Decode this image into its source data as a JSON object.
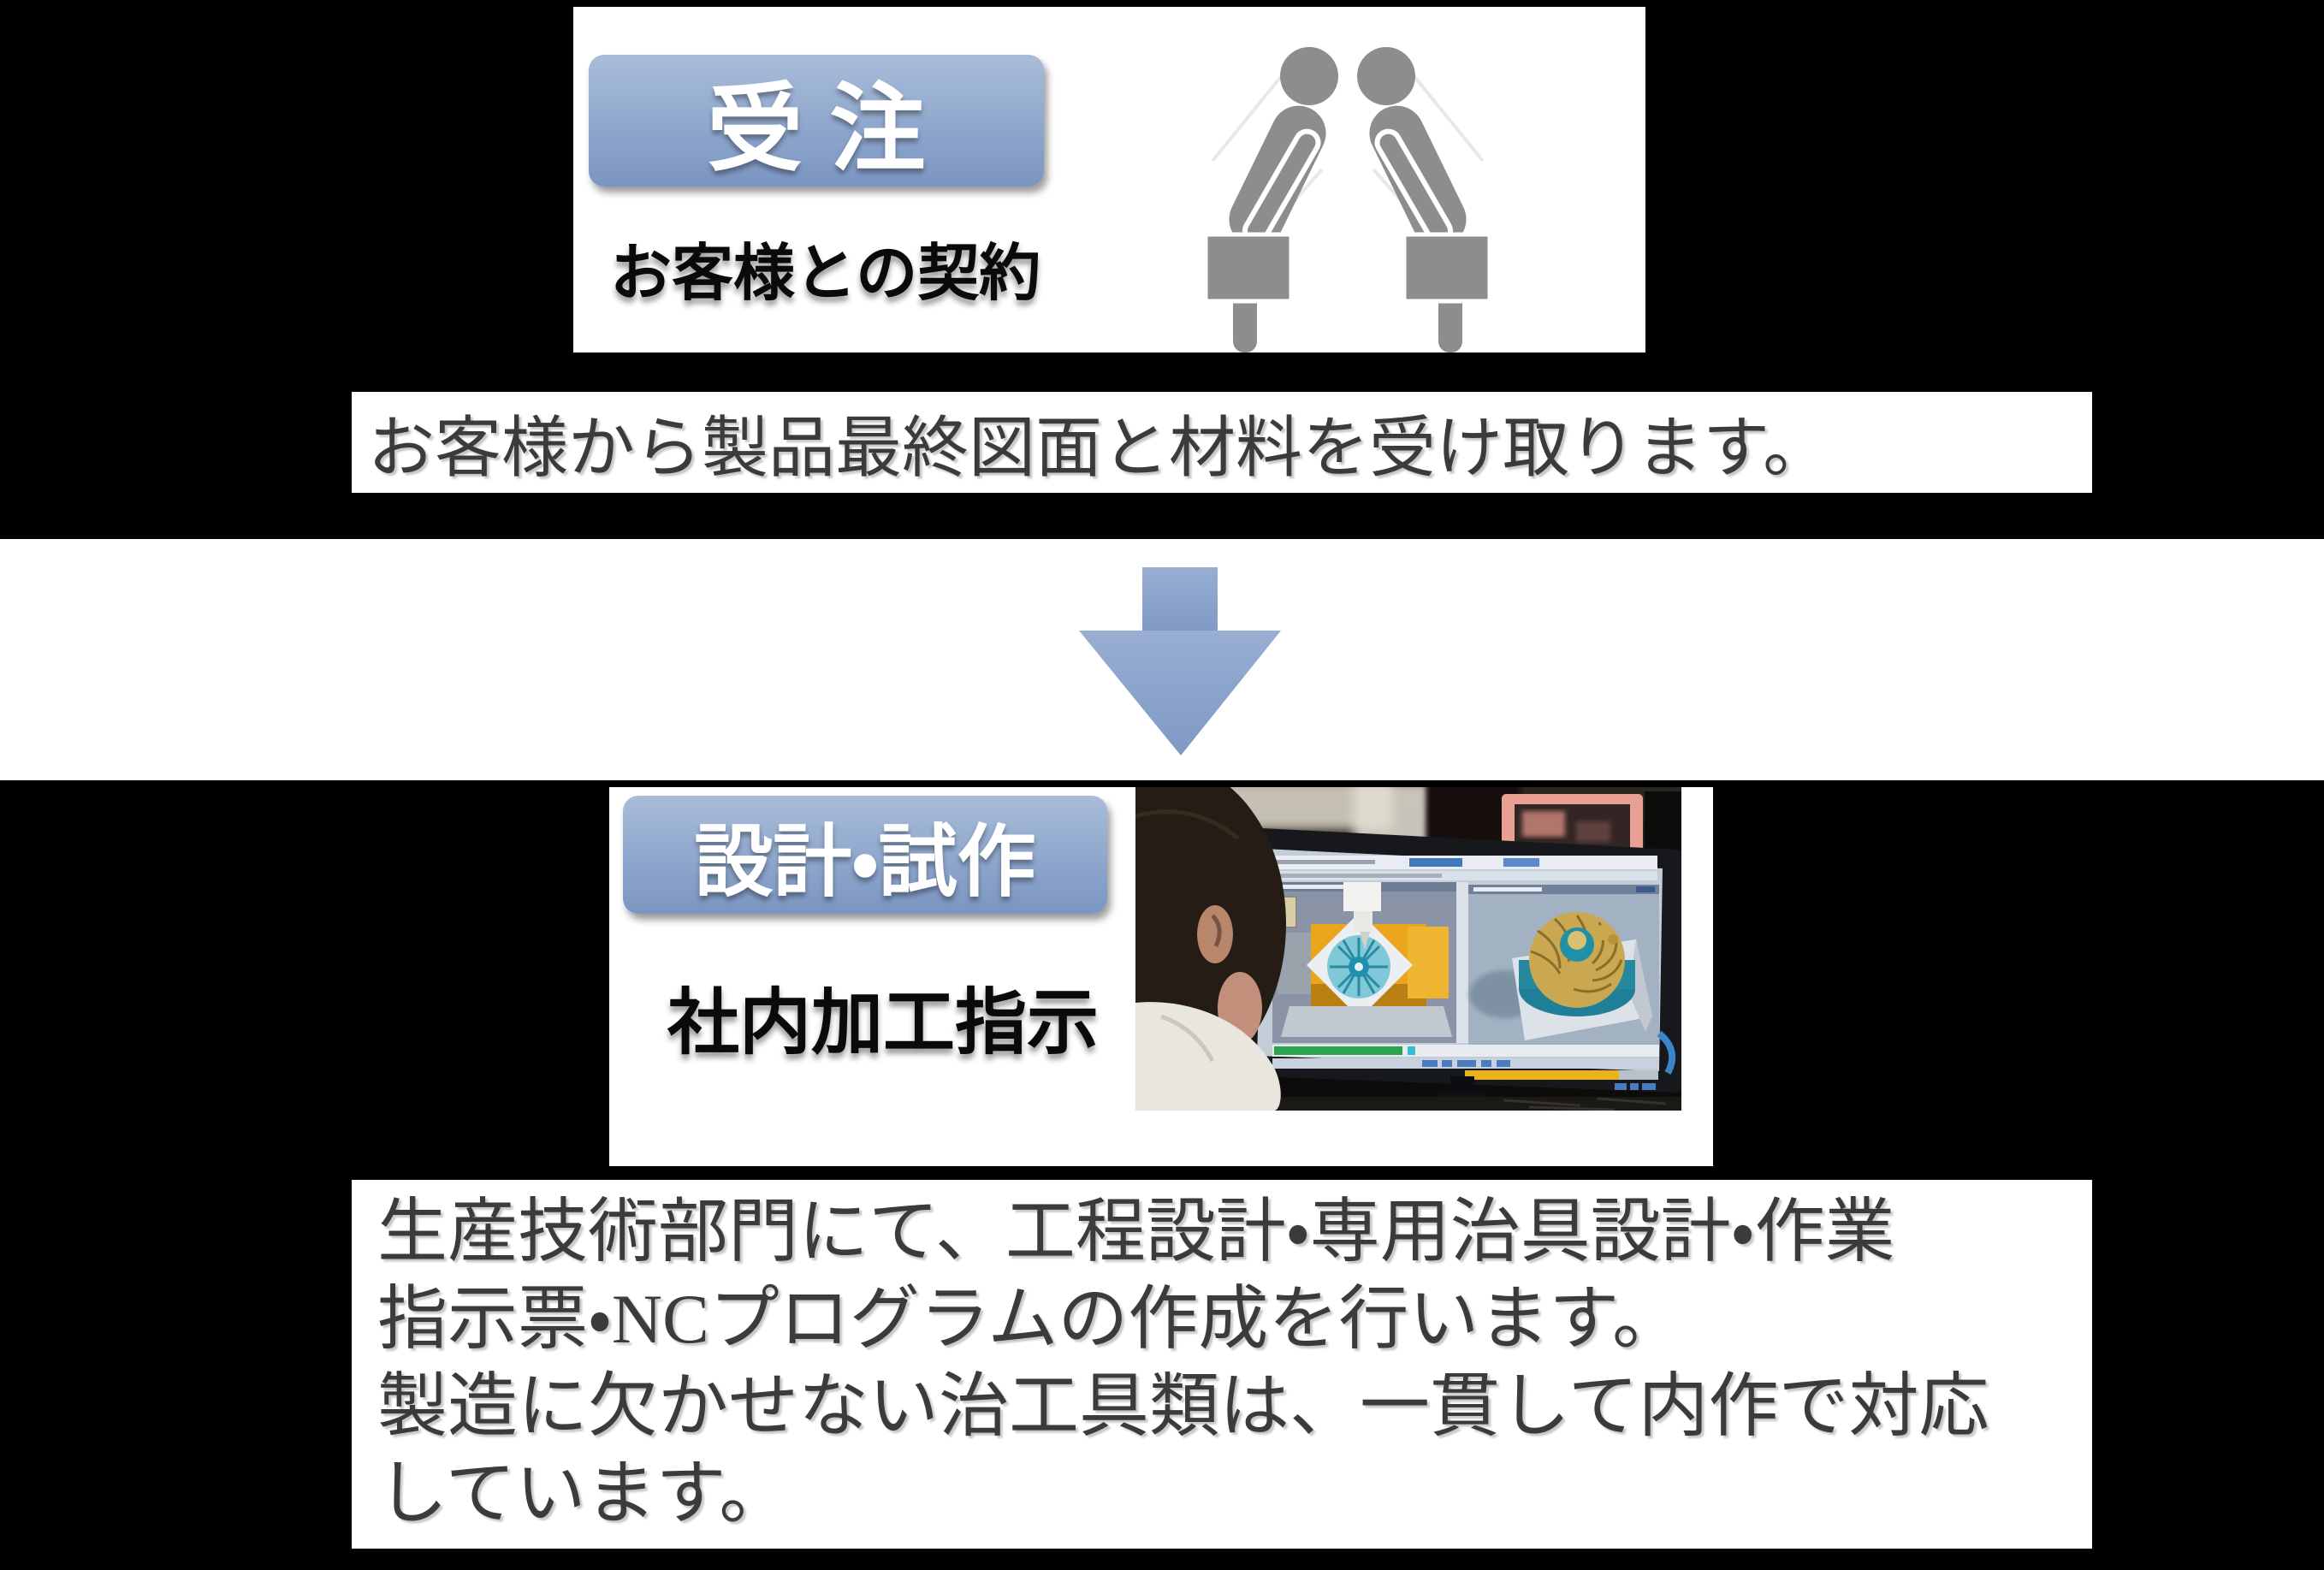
{
  "page": {
    "background": "#000000"
  },
  "step1": {
    "badge_label": "受注",
    "subtitle": "お客様との契約",
    "icon": "bowing-businessmen-icon",
    "note": "お客様から製品最終図面と材料を受け取ります。"
  },
  "arrow": {
    "direction": "down",
    "color": "#84a0ca"
  },
  "step2": {
    "badge_label": "設計・試作",
    "subtitle": "社内加工指示",
    "photo": "engineer-cam-workstation-photo",
    "note_lines": [
      "生産技術部門にて、工程設計・専用治具設計・作業",
      "指示票・NCプログラムの作成を行います。",
      "製造に欠かせない治工具類は、一貫して内作で対応",
      "しています。"
    ]
  },
  "colors": {
    "badge_gradient_top": "#a9bdd9",
    "badge_gradient_bottom": "#7b95c2",
    "arrow_blue": "#84a0ca",
    "body_text": "#3b3b3b",
    "icon_gray": "#8d8d8d",
    "card_background": "#ffffff",
    "page_background": "#000000"
  }
}
